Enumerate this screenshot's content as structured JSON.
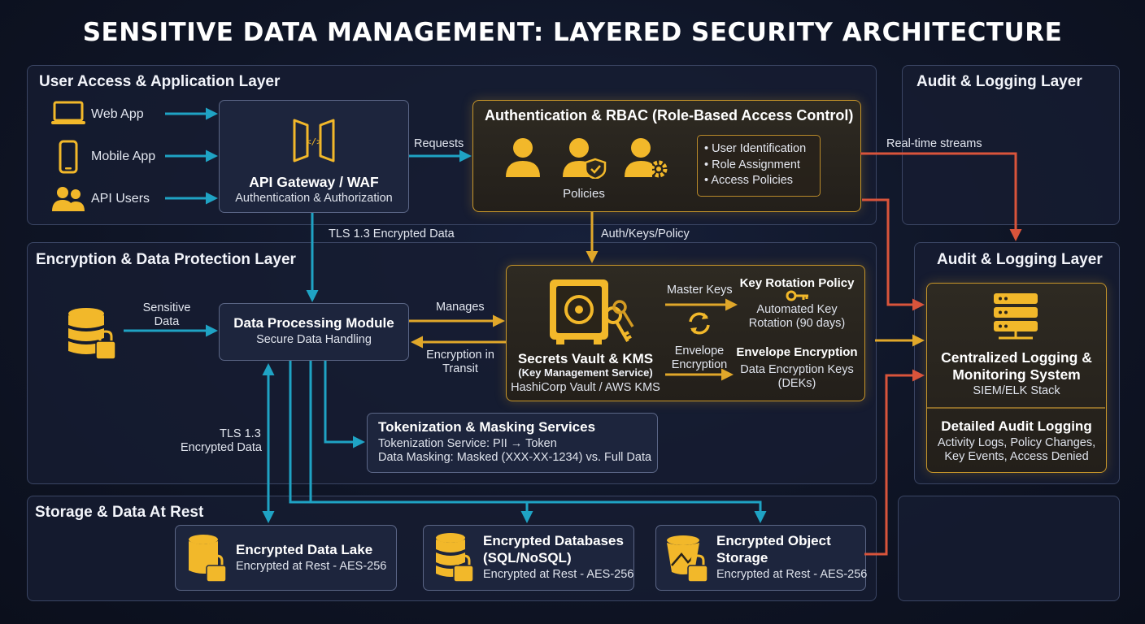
{
  "title": "SENSITIVE DATA MANAGEMENT: LAYERED SECURITY ARCHITECTURE",
  "layers": {
    "user_access": "User Access & Application Layer",
    "encryption": "Encryption & Data Protection Layer",
    "storage": "Storage & Data At Rest",
    "audit_top": "Audit & Logging Layer",
    "audit_main": "Audit & Logging Layer"
  },
  "clients": [
    {
      "label": "Web App",
      "icon": "laptop-icon"
    },
    {
      "label": "Mobile App",
      "icon": "mobile-icon"
    },
    {
      "label": "API Users",
      "icon": "users-icon"
    }
  ],
  "gateway": {
    "title": "API Gateway / WAF",
    "subtitle": "Authentication & Authorization"
  },
  "auth": {
    "title": "Authentication & RBAC (Role-Based Access Control)",
    "icons_label": "Policies",
    "items": [
      "User Identification",
      "Role Assignment",
      "Access Policies"
    ]
  },
  "processing": {
    "title": "Data Processing Module",
    "subtitle": "Secure Data Handling"
  },
  "vault": {
    "title": "Secrets Vault & KMS",
    "subtitle": "(Key Management Service)",
    "provider": "HashiCorp Vault / AWS KMS",
    "rotation_title": "Key Rotation Policy",
    "rotation_desc_1": "Automated Key",
    "rotation_desc_2": "Rotation (90 days)",
    "envelope_title": "Envelope Encryption",
    "envelope_desc_1": "Data Encryption Keys",
    "envelope_desc_2": "(DEKs)",
    "master_keys": "Master Keys",
    "envelope_label_1": "Envelope",
    "envelope_label_2": "Encryption"
  },
  "tokenization": {
    "title": "Tokenization & Masking Services",
    "line1": "Tokenization Service: PII → Token",
    "line2": "Data Masking: Masked (XXX-XX-1234) vs. Full Data"
  },
  "storage": [
    {
      "title": "Encrypted Data Lake",
      "subtitle": "Encrypted at Rest - AES-256"
    },
    {
      "title": "Encrypted Databases",
      "title2": "(SQL/NoSQL)",
      "subtitle": "Encrypted at Rest - AES-256"
    },
    {
      "title": "Encrypted Object",
      "title2": "Storage",
      "subtitle": "Encrypted at Rest - AES-256"
    }
  ],
  "logging": {
    "title_1": "Centralized Logging &",
    "title_2": "Monitoring System",
    "subtitle": "SIEM/ELK Stack",
    "detail_title": "Detailed Audit Logging",
    "detail_1": "Activity Logs, Policy Changes,",
    "detail_2": "Key Events, Access Denied"
  },
  "flows": {
    "requests": "Requests",
    "realtime": "Real-time streams",
    "tls_encrypted": "TLS 1.3 Encrypted Data",
    "auth_keys": "Auth/Keys/Policy",
    "sensitive_1": "Sensitive",
    "sensitive_2": "Data",
    "manages": "Manages",
    "transit_1": "Encryption in",
    "transit_2": "Transit",
    "tls_1": "TLS 1.3",
    "tls_2": "Encrypted Data"
  },
  "colors": {
    "teal": "#1fa3c4",
    "gold": "#e0a72a",
    "red": "#d9543b",
    "icon_gold": "#f2b82a"
  }
}
